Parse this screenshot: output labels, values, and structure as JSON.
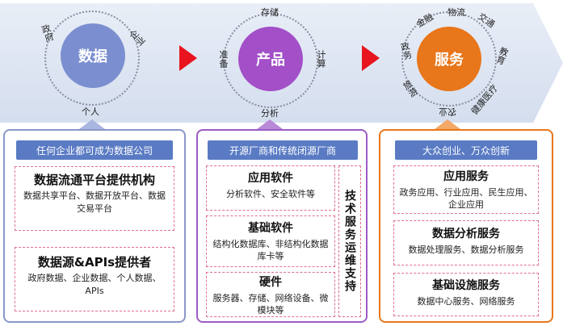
{
  "stages": {
    "data": {
      "label": "数据",
      "orbit": {
        "gov": "政府",
        "ent": "企业",
        "person": "个人"
      }
    },
    "product": {
      "label": "产品",
      "orbit": {
        "storage": "存储",
        "prepare": "准备",
        "compute": "计算",
        "analyze": "分析"
      }
    },
    "service": {
      "label": "服务",
      "orbit": {
        "finance": "金融",
        "logistics": "物流",
        "transport": "交通",
        "gov": "政务",
        "edu": "教育",
        "travel": "旅游",
        "health": "健康医疗",
        "agri": "农业"
      }
    }
  },
  "panels": {
    "left": {
      "title": "任何企业都可成为数据公司",
      "cards": [
        {
          "title": "数据流通平台提供机构",
          "desc": "数据共享平台、数据开放平台、数据交易平台"
        },
        {
          "title": "数据源&APIs提供者",
          "desc": "政府数据、企业数据、个人数据、APIs"
        }
      ]
    },
    "middle": {
      "title": "开源厂商和传统闭源厂商",
      "cards": [
        {
          "title": "应用软件",
          "desc": "分析软件、安全软件等"
        },
        {
          "title": "基础软件",
          "desc": "结构化数据库、非结构化数据库卡等"
        },
        {
          "title": "硬件",
          "desc": "服务器、存储、网络设备、微模块等"
        }
      ],
      "side": "技术服务运维支持"
    },
    "right": {
      "title": "大众创业、万众创新",
      "cards": [
        {
          "title": "应用服务",
          "desc": "政务应用、行业应用、民生应用、企业应用"
        },
        {
          "title": "数据分析服务",
          "desc": "数据处理服务、数据分析服务"
        },
        {
          "title": "基础设施服务",
          "desc": "数据中心服务、网络服务"
        }
      ]
    }
  },
  "colors": {
    "data": "#7b8fd0",
    "product": "#a24fc8",
    "service": "#e8761a",
    "arrow": "#e8141e",
    "banner": "#dde6f3",
    "left_border": "#8a96c8",
    "left_title": "#5a7bc4",
    "middle_border": "#9b5cc4",
    "middle_title": "#5a7bc4",
    "right_border": "#e8761a",
    "right_title": "#5a7bc4"
  }
}
